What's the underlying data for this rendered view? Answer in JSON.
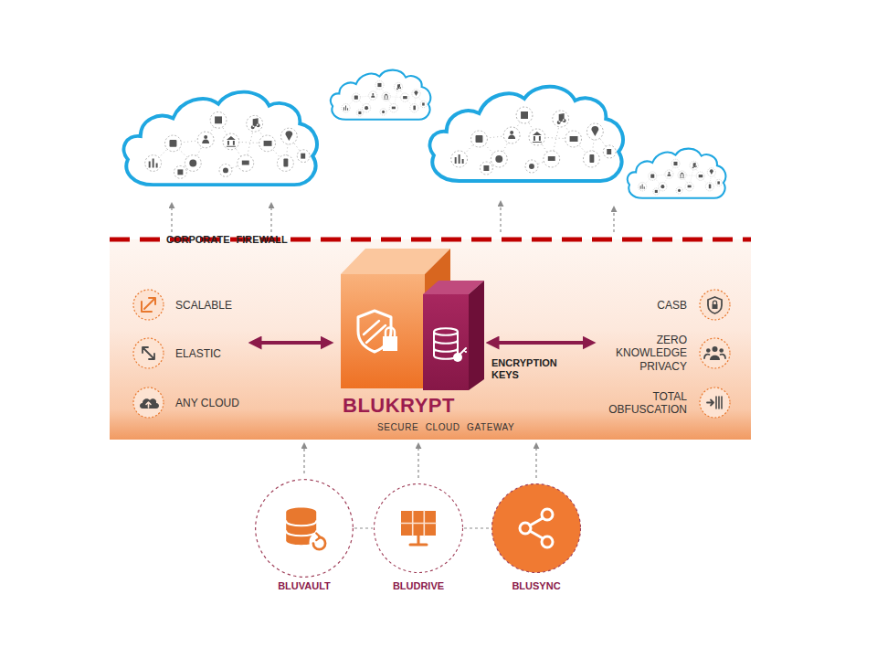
{
  "diagram": {
    "nodes": [
      {
        "text": [
          "CORPORATE FIREWALL"
        ]
      },
      {
        "text": [
          "SCALABLE"
        ],
        "in": 0
      },
      {
        "text": [
          "ELASTIC"
        ],
        "in": 0
      },
      {
        "text": [
          "ANY CLOUD"
        ],
        "in": 0
      },
      {
        "text": [
          "BLUKRYPT",
          "SECURE CLOUD GATEWAY"
        ],
        "in": 0
      },
      {
        "text": [
          "ENCRYPTION KEYS"
        ],
        "in": 0
      },
      {
        "text": [
          "CASB"
        ],
        "in": 0
      },
      {
        "text": [
          "ZERO KNOWLEDGE PRIVACY"
        ],
        "in": 0
      },
      {
        "text": [
          "TOTAL OBFUSCATION"
        ],
        "in": 0
      },
      {
        "text": [
          "BLUVAULT"
        ]
      },
      {
        "text": [
          "BLUDRIVE"
        ]
      },
      {
        "text": [
          "BLUSYNC"
        ]
      }
    ],
    "edges": [
      {
        "from": 2,
        "to": 4,
        "arrow": "both"
      },
      {
        "from": 5,
        "to": 7,
        "arrow": "both"
      },
      {
        "from": 9,
        "to": 0,
        "arrow": "to"
      },
      {
        "from": 10,
        "to": 0,
        "arrow": "to"
      },
      {
        "from": 11,
        "to": 0,
        "arrow": "to"
      },
      {
        "from": 9,
        "to": 10,
        "arrow": "none"
      },
      {
        "from": 10,
        "to": 11,
        "arrow": "none"
      }
    ]
  }
}
